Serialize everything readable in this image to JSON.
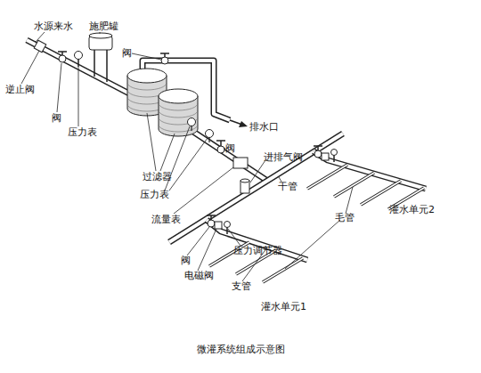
{
  "diagram": {
    "caption": "微灌系统组成示意图",
    "labels": [
      "水源来水",
      "施肥罐",
      "阀",
      "逆止阀",
      "阀",
      "压力表",
      "排水口",
      "阀",
      "进排气阀",
      "过滤器",
      "压力表",
      "流量表",
      "干管",
      "毛管",
      "灌水单元2",
      "压力调节器",
      "阀",
      "电磁阀",
      "支管",
      "灌水单元1"
    ]
  }
}
